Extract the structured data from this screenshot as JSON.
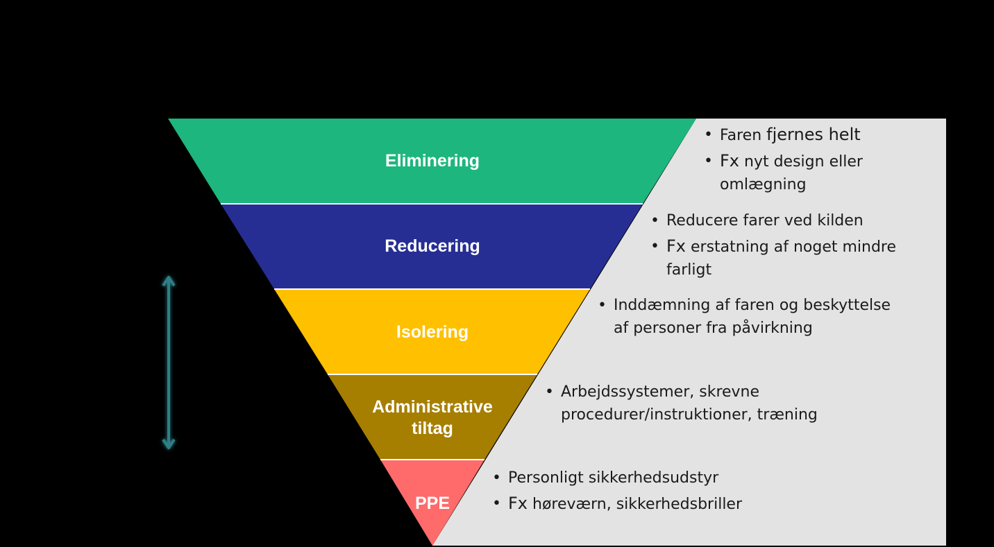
{
  "diagram": {
    "levels": [
      {
        "label": "Eliminering",
        "color": "#1db67e",
        "bullets": [
          {
            "lead": "Faren ",
            "emph": "fjernes helt",
            "rest": ""
          },
          {
            "lead": "",
            "emph": "Fx",
            "rest": " nyt design eller omlægning"
          }
        ]
      },
      {
        "label": "Reducering",
        "color": "#262e94",
        "bullets": [
          {
            "lead": "Reducere farer ved kilden",
            "emph": "",
            "rest": ""
          },
          {
            "lead": "",
            "emph": "Fx",
            "rest": " erstatning af noget mindre farligt"
          }
        ]
      },
      {
        "label": "Isolering",
        "color": "#ffc000",
        "bullets": [
          {
            "lead": "Inddæmning af faren og beskyttelse af personer fra påvirkning",
            "emph": "",
            "rest": ""
          }
        ]
      },
      {
        "label_line1": "Administrative",
        "label_line2": "tiltag",
        "color": "#a67f00",
        "bullets": [
          {
            "lead": "Arbejdssystemer, skrevne procedurer/instruktioner,  træning",
            "emph": "",
            "rest": ""
          }
        ]
      },
      {
        "label": "PPE",
        "color": "#ff6b6b",
        "bullets": [
          {
            "lead": "Personligt sikkerhedsudstyr",
            "emph": "",
            "rest": ""
          },
          {
            "lead": "",
            "emph": "Fx",
            "rest": " høreværn, sikkerhedsbriller"
          }
        ]
      }
    ],
    "panel_color": "#e3e3e3",
    "arrow_color": "#2e7f86",
    "arrow_icon": "double-headed-vertical-arrow-icon"
  }
}
